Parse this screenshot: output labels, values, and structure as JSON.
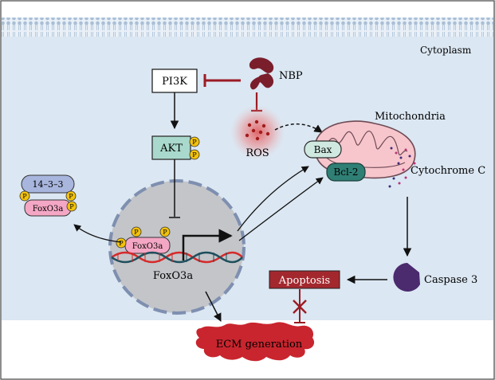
{
  "labels": {
    "cytoplasm": "Cytoplasm",
    "pi3k": "PI3K",
    "nbp": "NBP",
    "akt": "AKT",
    "phospho": "P",
    "ros": "ROS",
    "mitochondria": "Mitochondria",
    "bax": "Bax",
    "bcl2": "Bcl-2",
    "cytochrome_c": "Cytochrome C",
    "complex_1433": "14–3–3",
    "foxo3a": "FoxO3a",
    "foxo3a_gene": "FoxO3a",
    "caspase3": "Caspase 3",
    "apoptosis": "Apoptosis",
    "ecm_generation": "ECM generation"
  },
  "colors": {
    "cytoplasm_bg": "#dbe7f2",
    "membrane": "#a9bfd6",
    "inhibit": "#9b1b24",
    "akt_fill": "#a9d9cc",
    "foxo3a_fill": "#f4a7c4",
    "phospho_fill": "#f3c20b",
    "complex_1433_fill": "#a8b5dd",
    "nucleus_fill": "#c3c5c9",
    "nucleus_rim": "#7e8fb0",
    "mito_fill": "#f7c5cc",
    "bax_fill": "#cfe8e0",
    "bcl2_fill": "#2f7f75",
    "caspase_fill": "#4b2a6e",
    "apoptosis_fill": "#a3282e",
    "ecm_fill": "#c9252e",
    "nbp_fill": "#7a1e2c",
    "ros_glow": "#e23b3b"
  },
  "icons": [
    "nbp-molecule-icon",
    "ros-cloud-icon",
    "mitochondria-icon",
    "caspase3-pacman-icon",
    "nucleus-icon",
    "dna-helix-icon",
    "ecm-splat-icon"
  ]
}
